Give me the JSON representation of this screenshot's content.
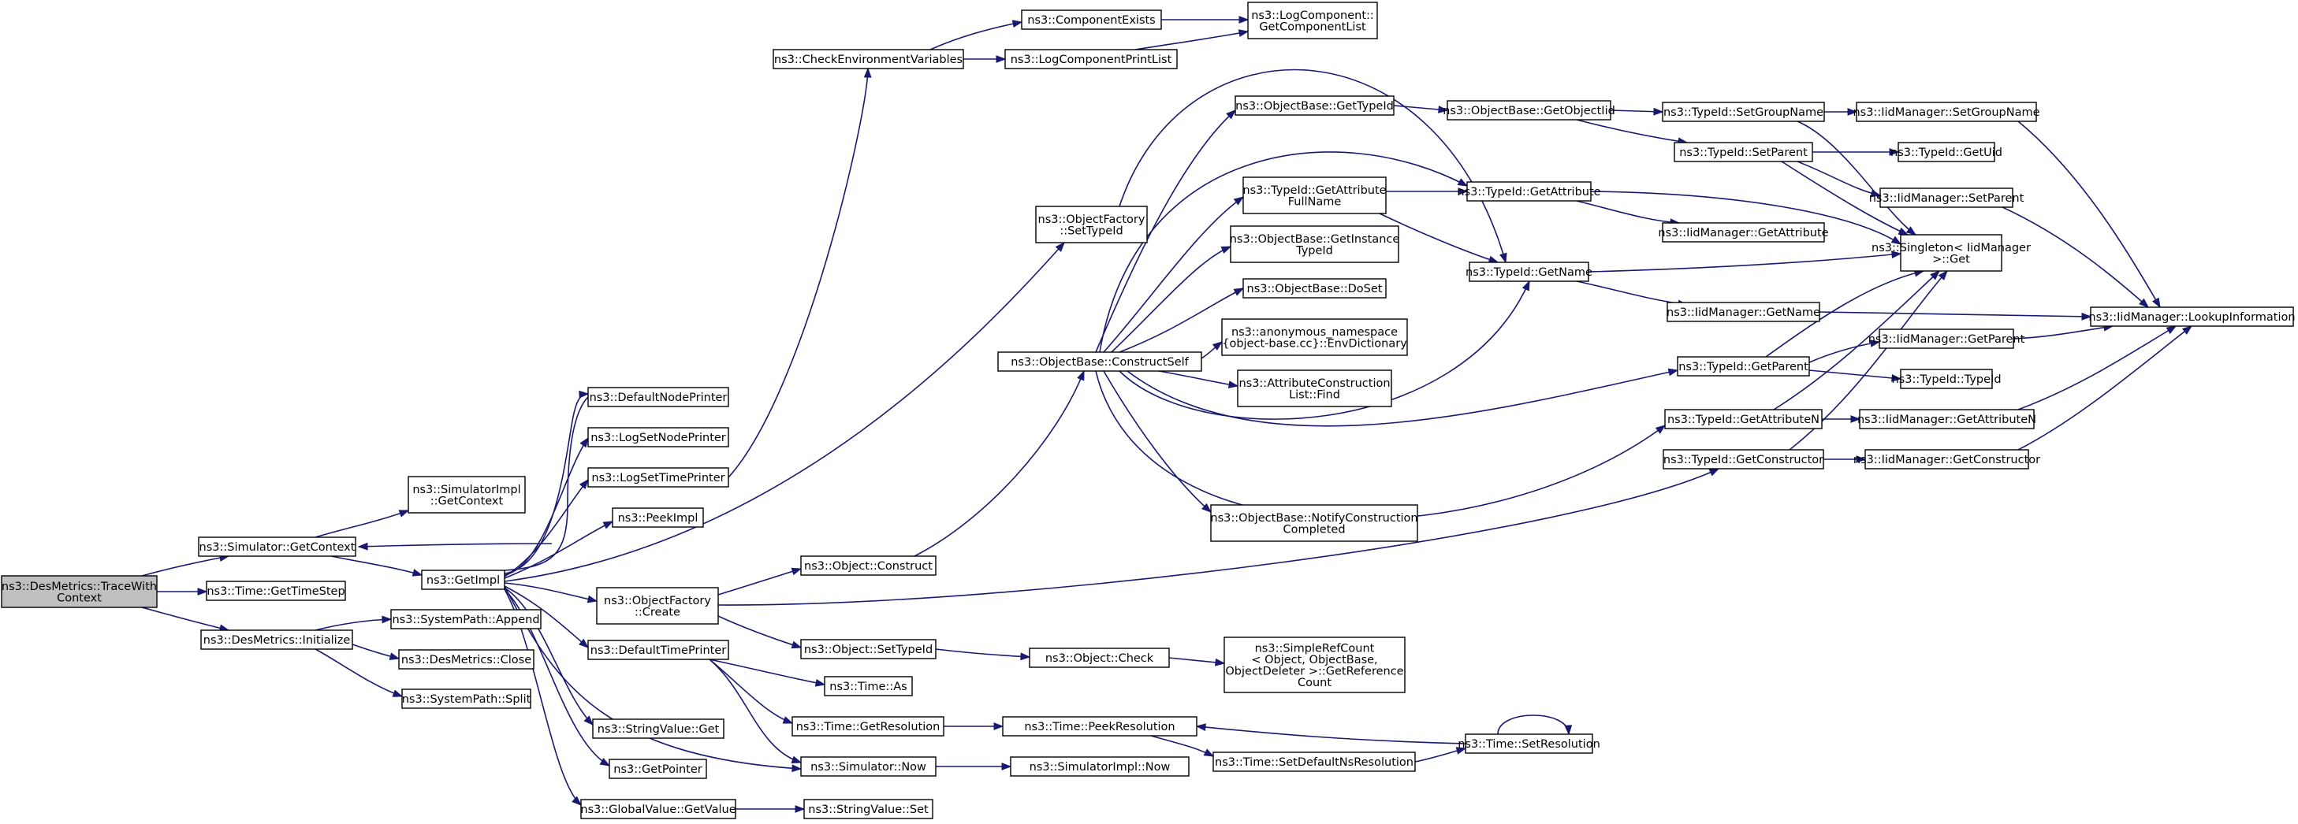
{
  "nodes": [
    {
      "id": "n0",
      "name": "root-node-des-metrics-trace-with-context",
      "lines": [
        "ns3::DesMetrics::TraceWith",
        "Context"
      ],
      "root": true
    },
    {
      "id": "n1",
      "name": "node-simulator-get-context",
      "lines": [
        "ns3::Simulator::GetContext"
      ]
    },
    {
      "id": "n2",
      "name": "node-time-get-time-step",
      "lines": [
        "ns3::Time::GetTimeStep"
      ]
    },
    {
      "id": "n3",
      "name": "node-des-metrics-initialize",
      "lines": [
        "ns3::DesMetrics::Initialize"
      ]
    },
    {
      "id": "n4",
      "name": "node-simulator-impl-get-context",
      "lines": [
        "ns3::SimulatorImpl",
        "::GetContext"
      ]
    },
    {
      "id": "n5",
      "name": "node-get-impl",
      "lines": [
        "ns3::GetImpl"
      ]
    },
    {
      "id": "n6",
      "name": "node-system-path-append",
      "lines": [
        "ns3::SystemPath::Append"
      ]
    },
    {
      "id": "n7",
      "name": "node-des-metrics-close",
      "lines": [
        "ns3::DesMetrics::Close"
      ]
    },
    {
      "id": "n8",
      "name": "node-system-path-split",
      "lines": [
        "ns3::SystemPath::Split"
      ]
    },
    {
      "id": "n9",
      "name": "node-default-node-printer",
      "lines": [
        "ns3::DefaultNodePrinter"
      ]
    },
    {
      "id": "n10",
      "name": "node-log-set-node-printer",
      "lines": [
        "ns3::LogSetNodePrinter"
      ]
    },
    {
      "id": "n11",
      "name": "node-log-set-time-printer",
      "lines": [
        "ns3::LogSetTimePrinter"
      ]
    },
    {
      "id": "n12",
      "name": "node-peek-impl",
      "lines": [
        "ns3::PeekImpl"
      ]
    },
    {
      "id": "n13",
      "name": "node-object-factory-create",
      "lines": [
        "ns3::ObjectFactory",
        "::Create"
      ]
    },
    {
      "id": "n14",
      "name": "node-default-time-printer",
      "lines": [
        "ns3::DefaultTimePrinter"
      ]
    },
    {
      "id": "n15",
      "name": "node-string-value-get",
      "lines": [
        "ns3::StringValue::Get"
      ]
    },
    {
      "id": "n16",
      "name": "node-get-pointer",
      "lines": [
        "ns3::GetPointer"
      ]
    },
    {
      "id": "n17",
      "name": "node-global-value-get-value",
      "lines": [
        "ns3::GlobalValue::GetValue"
      ]
    },
    {
      "id": "n18",
      "name": "node-check-environment-variables",
      "lines": [
        "ns3::CheckEnvironmentVariables"
      ]
    },
    {
      "id": "n19",
      "name": "node-object-factory-set-type-id",
      "lines": [
        "ns3::ObjectFactory",
        "::SetTypeId"
      ]
    },
    {
      "id": "n20",
      "name": "node-object-construct",
      "lines": [
        "ns3::Object::Construct"
      ]
    },
    {
      "id": "n21",
      "name": "node-object-set-type-id",
      "lines": [
        "ns3::Object::SetTypeId"
      ]
    },
    {
      "id": "n22",
      "name": "node-time-as",
      "lines": [
        "ns3::Time::As"
      ]
    },
    {
      "id": "n23",
      "name": "node-time-get-resolution",
      "lines": [
        "ns3::Time::GetResolution"
      ]
    },
    {
      "id": "n24",
      "name": "node-simulator-now",
      "lines": [
        "ns3::Simulator::Now"
      ]
    },
    {
      "id": "n25",
      "name": "node-string-value-set",
      "lines": [
        "ns3::StringValue::Set"
      ]
    },
    {
      "id": "n26",
      "name": "node-component-exists",
      "lines": [
        "ns3::ComponentExists"
      ]
    },
    {
      "id": "n27",
      "name": "node-log-component-print-list",
      "lines": [
        "ns3::LogComponentPrintList"
      ]
    },
    {
      "id": "n28",
      "name": "node-object-base-construct-self",
      "lines": [
        "ns3::ObjectBase::ConstructSelf"
      ]
    },
    {
      "id": "n29",
      "name": "node-object-check",
      "lines": [
        "ns3::Object::Check"
      ]
    },
    {
      "id": "n30",
      "name": "node-time-peek-resolution",
      "lines": [
        "ns3::Time::PeekResolution"
      ]
    },
    {
      "id": "n31",
      "name": "node-simulator-impl-now",
      "lines": [
        "ns3::SimulatorImpl::Now"
      ]
    },
    {
      "id": "n32",
      "name": "node-log-component-get-component-list",
      "lines": [
        "ns3::LogComponent::",
        "GetComponentList"
      ]
    },
    {
      "id": "n33",
      "name": "node-object-base-get-type-id",
      "lines": [
        "ns3::ObjectBase::GetTypeId"
      ]
    },
    {
      "id": "n34",
      "name": "node-type-id-get-attribute-full-name",
      "lines": [
        "ns3::TypeId::GetAttribute",
        "FullName"
      ]
    },
    {
      "id": "n35",
      "name": "node-object-base-get-instance-type-id",
      "lines": [
        "ns3::ObjectBase::GetInstance",
        "TypeId"
      ]
    },
    {
      "id": "n36",
      "name": "node-object-base-do-set",
      "lines": [
        "ns3::ObjectBase::DoSet"
      ]
    },
    {
      "id": "n37",
      "name": "node-anonymous-namespace-env-dictionary",
      "lines": [
        "ns3::anonymous_namespace",
        "{object-base.cc}::EnvDictionary"
      ]
    },
    {
      "id": "n38",
      "name": "node-attribute-construction-list-find",
      "lines": [
        "ns3::AttributeConstruction",
        "List::Find"
      ]
    },
    {
      "id": "n39",
      "name": "node-object-base-notify-construction-completed",
      "lines": [
        "ns3::ObjectBase::NotifyConstruction",
        "Completed"
      ]
    },
    {
      "id": "n40",
      "name": "node-simple-ref-count-get-reference-count",
      "lines": [
        "ns3::SimpleRefCount",
        "< Object, ObjectBase,",
        "ObjectDeleter >::GetReference",
        "Count"
      ]
    },
    {
      "id": "n41",
      "name": "node-time-set-default-ns-resolution",
      "lines": [
        "ns3::Time::SetDefaultNsResolution"
      ]
    },
    {
      "id": "n42",
      "name": "node-object-base-get-object-iid",
      "lines": [
        "ns3::ObjectBase::GetObjectIid"
      ]
    },
    {
      "id": "n43",
      "name": "node-type-id-get-attribute",
      "lines": [
        "ns3::TypeId::GetAttribute"
      ]
    },
    {
      "id": "n44",
      "name": "node-type-id-get-name",
      "lines": [
        "ns3::TypeId::GetName"
      ]
    },
    {
      "id": "n45",
      "name": "node-time-set-resolution",
      "lines": [
        "ns3::Time::SetResolution"
      ]
    },
    {
      "id": "n46",
      "name": "node-type-id-set-group-name",
      "lines": [
        "ns3::TypeId::SetGroupName"
      ]
    },
    {
      "id": "n47",
      "name": "node-type-id-set-parent",
      "lines": [
        "ns3::TypeId::SetParent"
      ]
    },
    {
      "id": "n48",
      "name": "node-iid-manager-get-attribute",
      "lines": [
        "ns3::IidManager::GetAttribute"
      ]
    },
    {
      "id": "n49",
      "name": "node-iid-manager-get-name",
      "lines": [
        "ns3::IidManager::GetName"
      ]
    },
    {
      "id": "n50",
      "name": "node-type-id-get-parent",
      "lines": [
        "ns3::TypeId::GetParent"
      ]
    },
    {
      "id": "n51",
      "name": "node-type-id-get-attribute-n",
      "lines": [
        "ns3::TypeId::GetAttributeN"
      ]
    },
    {
      "id": "n52",
      "name": "node-type-id-get-constructor",
      "lines": [
        "ns3::TypeId::GetConstructor"
      ]
    },
    {
      "id": "n53",
      "name": "node-iid-manager-set-group-name",
      "lines": [
        "ns3::IidManager::SetGroupName"
      ]
    },
    {
      "id": "n54",
      "name": "node-type-id-get-uid",
      "lines": [
        "ns3::TypeId::GetUid"
      ]
    },
    {
      "id": "n55",
      "name": "node-iid-manager-set-parent",
      "lines": [
        "ns3::IidManager::SetParent"
      ]
    },
    {
      "id": "n56",
      "name": "node-singleton-iid-manager-get",
      "lines": [
        "ns3::Singleton< IidManager",
        ">::Get"
      ]
    },
    {
      "id": "n57",
      "name": "node-iid-manager-get-parent",
      "lines": [
        "ns3::IidManager::GetParent"
      ]
    },
    {
      "id": "n58",
      "name": "node-type-id-type-id",
      "lines": [
        "ns3::TypeId::TypeId"
      ]
    },
    {
      "id": "n59",
      "name": "node-iid-manager-get-attribute-n",
      "lines": [
        "ns3::IidManager::GetAttributeN"
      ]
    },
    {
      "id": "n60",
      "name": "node-iid-manager-get-constructor",
      "lines": [
        "ns3::IidManager::GetConstructor"
      ]
    },
    {
      "id": "n61",
      "name": "node-iid-manager-lookup-information",
      "lines": [
        "ns3::IidManager::LookupInformation"
      ]
    }
  ]
}
